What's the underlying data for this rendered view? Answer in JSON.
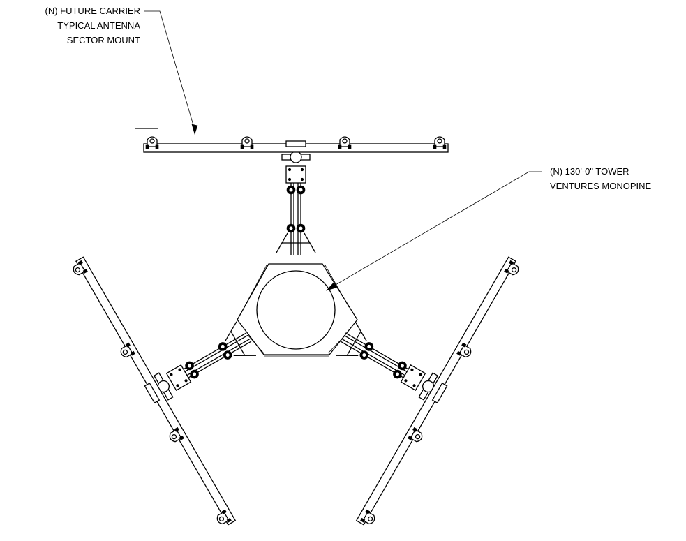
{
  "callouts": {
    "mount": {
      "line1": "(N) FUTURE CARRIER",
      "line2": "TYPICAL ANTENNA",
      "line3": "SECTOR MOUNT"
    },
    "tower": {
      "line1": "(N) 130'-0\" TOWER",
      "line2": "VENTURES MONOPINE"
    }
  },
  "colors": {
    "ink": "#000000",
    "paper": "#ffffff"
  }
}
